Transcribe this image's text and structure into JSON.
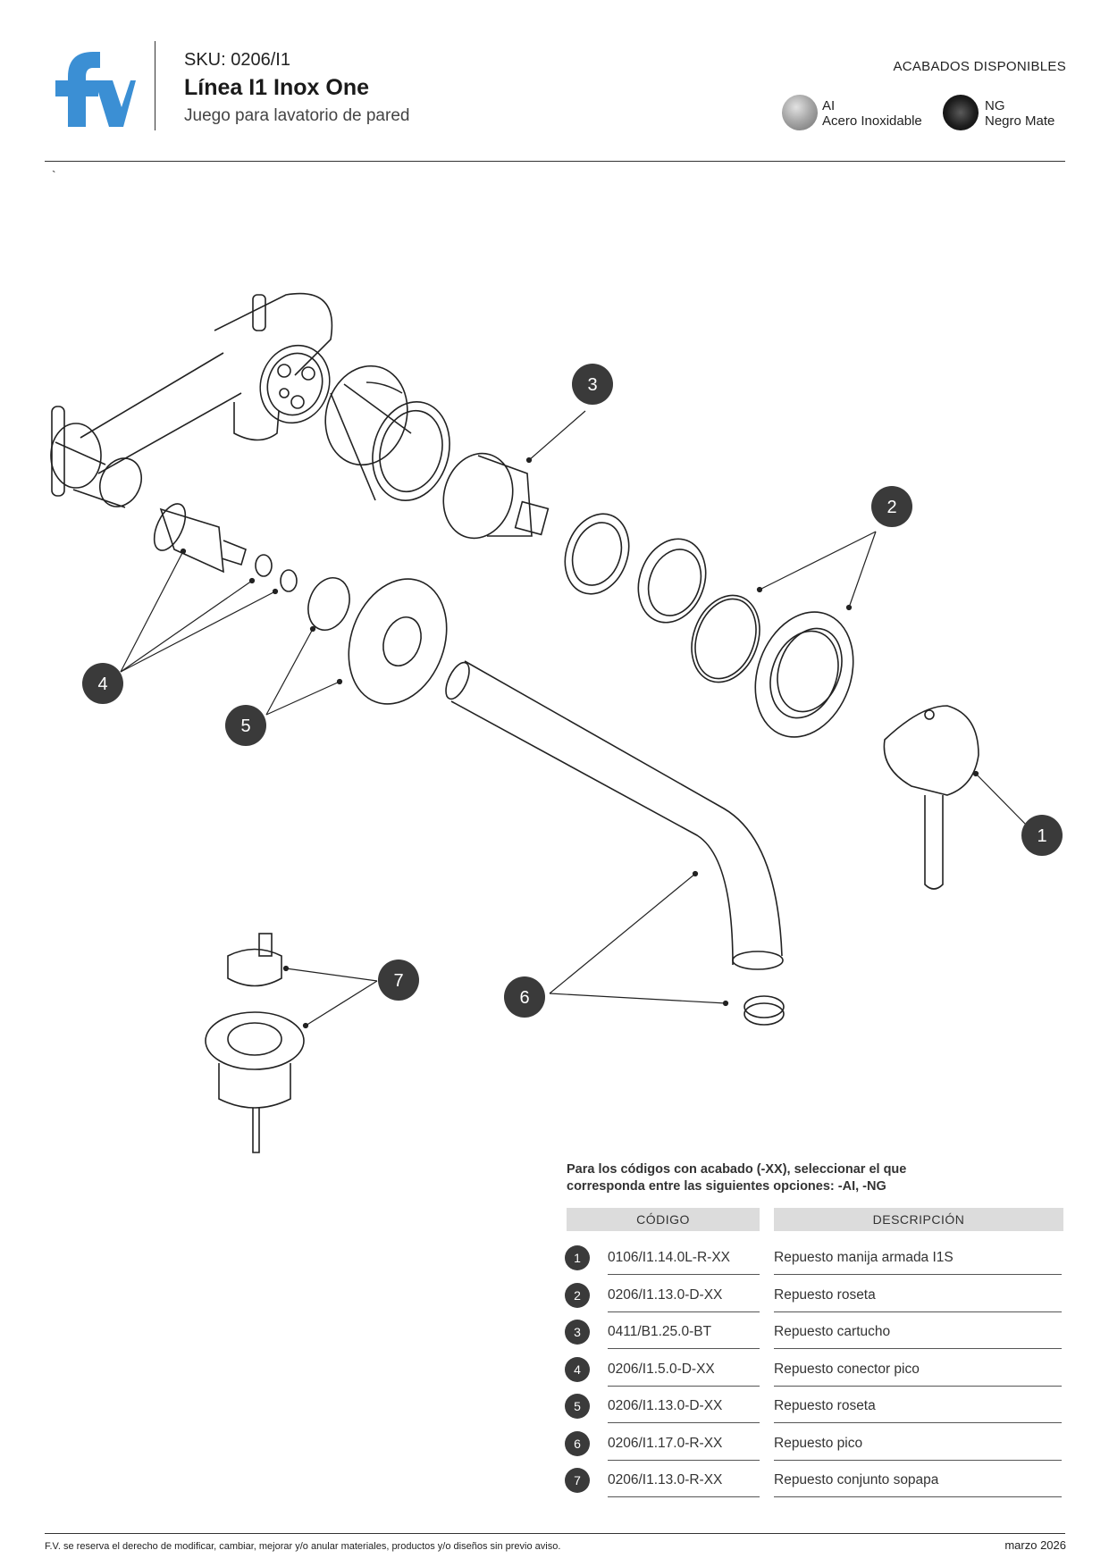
{
  "header": {
    "sku": "SKU: 0206/I1",
    "title": "Línea I1 Inox One",
    "subtitle": "Juego para lavatorio de pared",
    "finishes_title": "ACABADOS DISPONIBLES",
    "finishes": [
      {
        "code": "AI",
        "name": "Acero Inoxidable",
        "color": "#a9a9a9"
      },
      {
        "code": "NG",
        "name": "Negro Mate",
        "color": "#111111"
      }
    ]
  },
  "brand": {
    "color": "#3b8fd4"
  },
  "tick_mark": "`",
  "callouts": [
    "1",
    "2",
    "3",
    "4",
    "5",
    "6",
    "7"
  ],
  "table": {
    "note": "Para los códigos con acabado (-XX), seleccionar el que corresponda entre las siguientes opciones: -AI, -NG",
    "col_code": "CÓDIGO",
    "col_desc": "DESCRIPCIÓN",
    "rows": [
      {
        "num": "1",
        "code": "0106/I1.14.0L-R-XX",
        "desc": "Repuesto manija armada I1S"
      },
      {
        "num": "2",
        "code": "0206/I1.13.0-D-XX",
        "desc": "Repuesto roseta"
      },
      {
        "num": "3",
        "code": "0411/B1.25.0-BT",
        "desc": "Repuesto cartucho"
      },
      {
        "num": "4",
        "code": "0206/I1.5.0-D-XX",
        "desc": "Repuesto conector pico"
      },
      {
        "num": "5",
        "code": "0206/I1.13.0-D-XX",
        "desc": "Repuesto roseta"
      },
      {
        "num": "6",
        "code": "0206/I1.17.0-R-XX",
        "desc": "Repuesto pico"
      },
      {
        "num": "7",
        "code": "0206/I1.13.0-R-XX",
        "desc": "Repuesto conjunto sopapa"
      }
    ]
  },
  "footer": {
    "disclaimer": "F.V. se reserva el derecho de modificar, cambiar, mejorar y/o anular materiales, productos y/o diseños sin previo aviso.",
    "date": "marzo 2026"
  }
}
